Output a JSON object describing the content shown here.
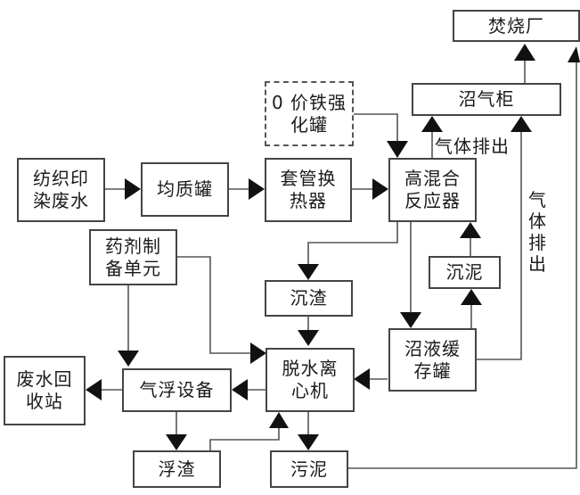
{
  "diagram": {
    "nodes": {
      "incineration_plant": "焚烧厂",
      "biogas_holder": "沼气柜",
      "zero_valent_iron_tank": "0 价铁强\n化罐",
      "textile_wastewater": "纺织印\n染废水",
      "homogenization_tank": "均质罐",
      "heat_exchanger": "套管换\n热器",
      "high_mix_reactor": "高混合\n反应器",
      "chemical_prep_unit": "药剂制\n备单元",
      "sediment_residue": "沉渣",
      "sludge_top": "沉泥",
      "biogas_slurry_buffer": "沼液缓\n存罐",
      "wastewater_recovery": "废水回\n收站",
      "air_flotation": "气浮设备",
      "dewatering_centrifuge": "脱水离\n心机",
      "scum": "浮渣",
      "sludge_bottom": "污泥"
    },
    "labels": {
      "gas_discharge_horizontal": "气体排出",
      "gas_discharge_vertical": "气体排出"
    },
    "edges": [
      {
        "from": "textile_wastewater",
        "to": "homogenization_tank"
      },
      {
        "from": "homogenization_tank",
        "to": "heat_exchanger"
      },
      {
        "from": "heat_exchanger",
        "to": "high_mix_reactor"
      },
      {
        "from": "zero_valent_iron_tank",
        "to": "high_mix_reactor"
      },
      {
        "from": "high_mix_reactor",
        "to": "biogas_holder",
        "label": "气体排出"
      },
      {
        "from": "biogas_holder",
        "to": "incineration_plant"
      },
      {
        "from": "high_mix_reactor",
        "to": "sediment_residue"
      },
      {
        "from": "high_mix_reactor",
        "to": "biogas_slurry_buffer"
      },
      {
        "from": "biogas_slurry_buffer",
        "to": "sludge_top"
      },
      {
        "from": "sludge_top",
        "to": "high_mix_reactor"
      },
      {
        "from": "biogas_slurry_buffer",
        "to": "biogas_holder",
        "label": "气体排出"
      },
      {
        "from": "biogas_slurry_buffer",
        "to": "dewatering_centrifuge"
      },
      {
        "from": "sediment_residue",
        "to": "dewatering_centrifuge"
      },
      {
        "from": "chemical_prep_unit",
        "to": "dewatering_centrifuge"
      },
      {
        "from": "chemical_prep_unit",
        "to": "air_flotation"
      },
      {
        "from": "dewatering_centrifuge",
        "to": "air_flotation"
      },
      {
        "from": "air_flotation",
        "to": "wastewater_recovery"
      },
      {
        "from": "air_flotation",
        "to": "scum"
      },
      {
        "from": "scum",
        "to": "dewatering_centrifuge"
      },
      {
        "from": "dewatering_centrifuge",
        "to": "sludge_bottom"
      },
      {
        "from": "sludge_bottom",
        "to": "incineration_plant"
      }
    ]
  }
}
